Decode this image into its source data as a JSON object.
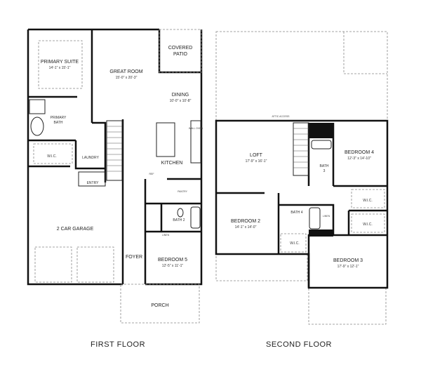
{
  "first_floor": {
    "caption": "FIRST FLOOR",
    "rooms": {
      "primary_suite": {
        "name": "PRIMARY SUITE",
        "dims": "14'-1\" x 15'-1\""
      },
      "great_room": {
        "name": "GREAT ROOM",
        "dims": "15'-0\" x 20'-3\""
      },
      "covered_patio": {
        "name1": "COVERED",
        "name2": "PATIO"
      },
      "dining": {
        "name": "DINING",
        "dims": "10'-0\" x 10'-8\""
      },
      "primary_bath": {
        "name1": "PRIMARY",
        "name2": "BATH"
      },
      "wic": {
        "name": "W.I.C."
      },
      "laundry": {
        "name": "LAUNDRY"
      },
      "kitchen": {
        "name": "KITCHEN"
      },
      "ref": {
        "name": "REF"
      },
      "wall_oven": {
        "name": "WALL OVEN"
      },
      "pantry": {
        "name": "PANTRY"
      },
      "entry": {
        "name": "ENTRY"
      },
      "garage": {
        "name": "2 CAR GARAGE"
      },
      "bath2": {
        "name": "BATH 2"
      },
      "linen": {
        "name": "LINEN"
      },
      "foyer": {
        "name": "FOYER"
      },
      "bedroom5": {
        "name": "BEDROOM 5",
        "dims": "12'-5\" x 11'-1\""
      },
      "porch": {
        "name": "PORCH"
      }
    }
  },
  "second_floor": {
    "caption": "SECOND FLOOR",
    "rooms": {
      "attic": {
        "name": "ATTIC ACCESS"
      },
      "loft": {
        "name": "LOFT",
        "dims": "17'-9\" x 16'-1\""
      },
      "bath3": {
        "name1": "BATH",
        "name2": "3"
      },
      "bedroom4": {
        "name": "BEDROOM 4",
        "dims": "12'-3\" x 14'-10\""
      },
      "wic_a": {
        "name": "W.I.C."
      },
      "wic_b": {
        "name": "W.I.C."
      },
      "bedroom2": {
        "name": "BEDROOM 2",
        "dims": "14'-1\" x 14'-0\""
      },
      "bath4": {
        "name": "BATH 4"
      },
      "linen": {
        "name": "LINEN"
      },
      "wic_c": {
        "name": "W.I.C."
      },
      "bedroom3": {
        "name": "BEDROOM 3",
        "dims": "17'-9\" x 12'-1\""
      }
    }
  }
}
